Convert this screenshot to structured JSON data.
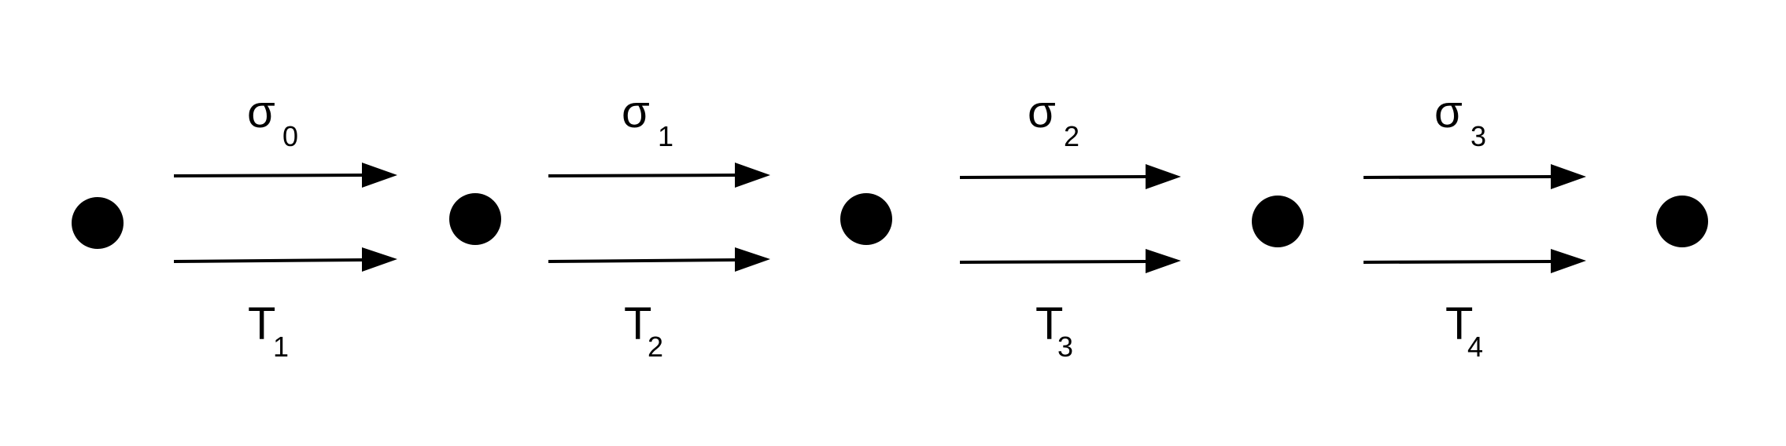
{
  "diagram": {
    "colors": {
      "stroke": "#000000",
      "node": "#000000",
      "background": "#ffffff"
    },
    "nodes": [
      {
        "id": "n0"
      },
      {
        "id": "n1"
      },
      {
        "id": "n2"
      },
      {
        "id": "n3"
      },
      {
        "id": "n4"
      }
    ],
    "edges": [
      {
        "from": "n0",
        "to": "n1",
        "top": {
          "symbol": "σ",
          "sub": "0"
        },
        "bottom": {
          "symbol": "T",
          "sub": "1"
        }
      },
      {
        "from": "n1",
        "to": "n2",
        "top": {
          "symbol": "σ",
          "sub": "1"
        },
        "bottom": {
          "symbol": "T",
          "sub": "2"
        }
      },
      {
        "from": "n2",
        "to": "n3",
        "top": {
          "symbol": "σ",
          "sub": "2"
        },
        "bottom": {
          "symbol": "T",
          "sub": "3"
        }
      },
      {
        "from": "n3",
        "to": "n4",
        "top": {
          "symbol": "σ",
          "sub": "3"
        },
        "bottom": {
          "symbol": "T",
          "sub": "4"
        }
      }
    ]
  }
}
